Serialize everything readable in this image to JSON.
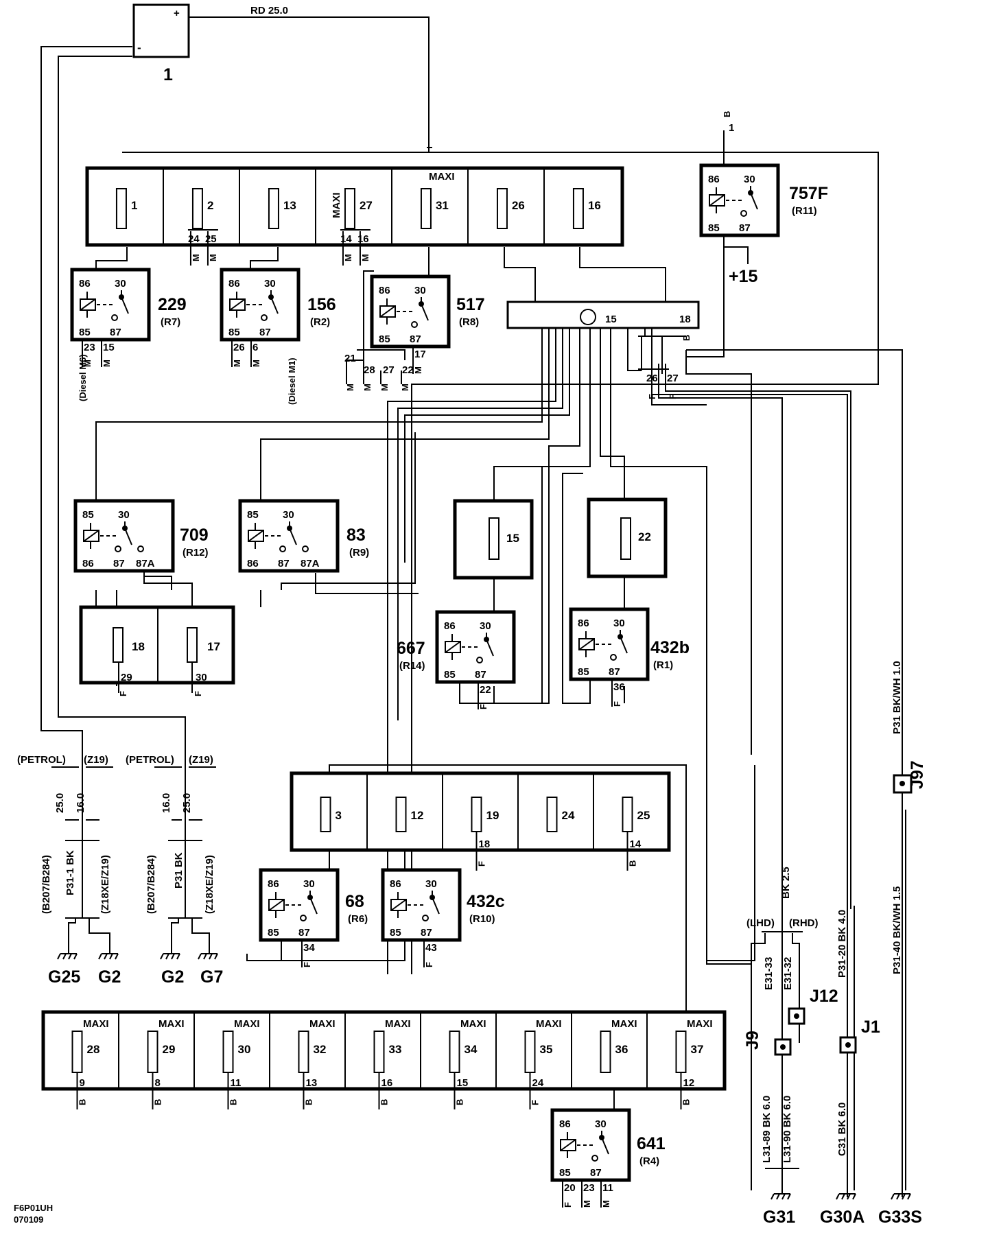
{
  "battery": {
    "id": "1",
    "plus": "+",
    "minus": "-",
    "cable": "RD  25.0"
  },
  "fuse_box_top": [
    {
      "n": "1",
      "maxi": ""
    },
    {
      "n": "2",
      "maxi": "",
      "pins": [
        "24",
        "25"
      ],
      "conn": [
        "M",
        "M"
      ]
    },
    {
      "n": "13",
      "maxi": ""
    },
    {
      "n": "27",
      "maxi": "MAXI",
      "pins": [
        "14",
        "16"
      ],
      "conn": [
        "M",
        "M"
      ]
    },
    {
      "n": "31",
      "maxi": "MAXI"
    },
    {
      "n": "26",
      "maxi": ""
    },
    {
      "n": "16",
      "maxi": ""
    }
  ],
  "relays": [
    {
      "id": "229",
      "code": "(R7)",
      "p86": "86",
      "p30": "30",
      "p85": "85",
      "p87": "87",
      "pins": [
        "23",
        "15"
      ],
      "conn": [
        "M",
        "M"
      ],
      "note": "(Diesel M6)"
    },
    {
      "id": "156",
      "code": "(R2)",
      "p86": "86",
      "p30": "30",
      "p85": "85",
      "p87": "87",
      "pins": [
        "26",
        "6"
      ],
      "conn": [
        "M",
        "M"
      ],
      "note": "(Diesel M1)"
    },
    {
      "id": "517",
      "code": "(R8)",
      "p86": "86",
      "p30": "30",
      "p85": "85",
      "p87": "87",
      "pins": [
        "17"
      ],
      "conn": [
        "M"
      ]
    },
    {
      "id": "757F",
      "code": "(R11)",
      "p86": "86",
      "p30": "30",
      "p85": "85",
      "p87": "87",
      "supply": "+15",
      "pin_top": "1",
      "conn_top": "B"
    },
    {
      "id": "709",
      "code": "(R12)",
      "p86": "86",
      "p30": "30",
      "p85": "85",
      "p87": "87",
      "p87a": "87A"
    },
    {
      "id": "83",
      "code": "(R9)",
      "p86": "86",
      "p30": "30",
      "p85": "85",
      "p87": "87",
      "p87a": "87A"
    },
    {
      "id": "667",
      "code": "(R14)",
      "p86": "86",
      "p30": "30",
      "p85": "85",
      "p87": "87",
      "pins": [
        "22"
      ],
      "conn": [
        "F"
      ]
    },
    {
      "id": "432b",
      "code": "(R1)",
      "p86": "86",
      "p30": "30",
      "p85": "85",
      "p87": "87",
      "pins": [
        "36"
      ],
      "conn": [
        "F"
      ]
    },
    {
      "id": "68",
      "code": "(R6)",
      "p86": "86",
      "p30": "30",
      "p85": "85",
      "p87": "87",
      "pins": [
        "34"
      ],
      "conn": [
        "F"
      ]
    },
    {
      "id": "432c",
      "code": "(R10)",
      "p86": "86",
      "p30": "30",
      "p85": "85",
      "p87": "87",
      "pins": [
        "43"
      ],
      "conn": [
        "F"
      ]
    },
    {
      "id": "641",
      "code": "(R4)",
      "p86": "86",
      "p30": "30",
      "p85": "85",
      "p87": "87",
      "pins": [
        "20",
        "23",
        "11"
      ],
      "conn": [
        "F",
        "M",
        "M"
      ]
    }
  ],
  "connector_517": {
    "pins": [
      "21",
      "28",
      "27",
      "22"
    ],
    "conn": [
      "M",
      "M",
      "M",
      "M"
    ]
  },
  "module": {
    "pin15": "15",
    "pin18": "18",
    "conn": "B",
    "pins": [
      "26",
      "27"
    ],
    "pconn": [
      "F",
      "F"
    ]
  },
  "fuse_pair_mid": [
    {
      "n": "18",
      "pin": "29",
      "conn": "F"
    },
    {
      "n": "17",
      "pin": "30",
      "conn": "F"
    }
  ],
  "fuse_single": [
    {
      "n": "15"
    },
    {
      "n": "22"
    }
  ],
  "fuse_box_lower": [
    {
      "n": "3"
    },
    {
      "n": "12"
    },
    {
      "n": "19",
      "pin": "18",
      "conn": "F"
    },
    {
      "n": "24"
    },
    {
      "n": "25",
      "pin": "14",
      "conn": "B"
    }
  ],
  "fuse_box_bottom": [
    {
      "n": "28",
      "maxi": "MAXI",
      "pin": "9",
      "conn": "B"
    },
    {
      "n": "29",
      "maxi": "MAXI",
      "pin": "8",
      "conn": "B"
    },
    {
      "n": "30",
      "maxi": "MAXI",
      "pin": "11",
      "conn": "B"
    },
    {
      "n": "32",
      "maxi": "MAXI",
      "pin": "13",
      "conn": "B"
    },
    {
      "n": "33",
      "maxi": "MAXI",
      "pin": "16",
      "conn": "B"
    },
    {
      "n": "34",
      "maxi": "MAXI",
      "pin": "15",
      "conn": "B"
    },
    {
      "n": "35",
      "maxi": "MAXI",
      "pin": "24",
      "conn": "F"
    },
    {
      "n": "36",
      "maxi": "MAXI",
      "pin": "",
      "conn": ""
    },
    {
      "n": "37",
      "maxi": "MAXI",
      "pin": "12",
      "conn": "B"
    }
  ],
  "ground_left": {
    "petrol": "(PETROL)",
    "z19": "(Z19)",
    "sizes_a": [
      "25.0",
      "16.0"
    ],
    "sizes_b": [
      "16.0",
      "25.0"
    ],
    "wire_a": "P31-1  BK",
    "wire_b": "P31  BK",
    "var_a": "(B207/B284)",
    "var_b": "(Z18XE/Z19)",
    "grounds": [
      "G25",
      "G2",
      "G2",
      "G7"
    ]
  },
  "ground_right": {
    "lhd": "(LHD)",
    "rhd": "(RHD)",
    "wire_bk25": "BK 2.5",
    "e31_33": "E31-33",
    "e31_32": "E31-32",
    "l31_89": "L31-89  BK 6.0",
    "l31_90": "L31-90  BK 6.0",
    "p31_20": "P31-20  BK 4.0",
    "c31": "C31  BK  6.0",
    "p31_bkwh10": "P31  BK/WH  1.0",
    "p31_40": "P31-40  BK/WH 1.5",
    "splices": [
      "J9",
      "J12",
      "J1",
      "J97"
    ],
    "grounds": [
      "G31",
      "G30A",
      "G33S"
    ]
  },
  "footer": {
    "code": "F6P01UH",
    "date": "070109"
  }
}
